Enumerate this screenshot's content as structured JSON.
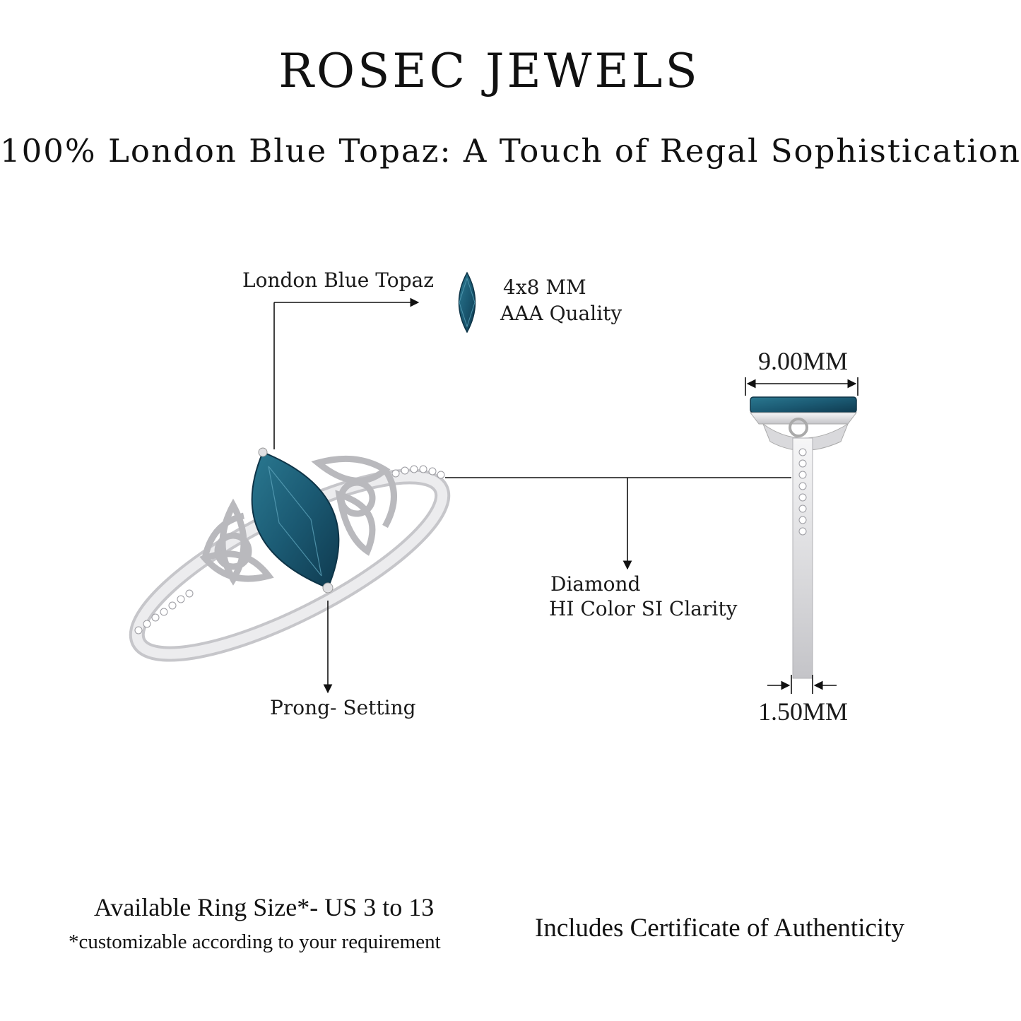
{
  "brand": "ROSEC JEWELS",
  "tagline": "100% London Blue Topaz: A Touch of Regal Sophistication",
  "callouts": {
    "gem_name": "London Blue Topaz",
    "gem_size": "4x8 MM",
    "gem_quality": "AAA Quality",
    "diamond": "Diamond",
    "diamond_grade": "HI Color SI Clarity",
    "setting": "Prong- Setting"
  },
  "dimensions": {
    "top_width": "9.00MM",
    "band_width": "1.50MM"
  },
  "footer": {
    "ring_size": "Available Ring Size*- US 3 to 13",
    "ring_size_note": "*customizable according to your requirement",
    "certificate": "Includes Certificate of Authenticity"
  },
  "colors": {
    "gem": "#1f5f78",
    "gem_dark": "#123f55",
    "metal": "#e8e8ea",
    "metal_shade": "#b8b8bc"
  }
}
